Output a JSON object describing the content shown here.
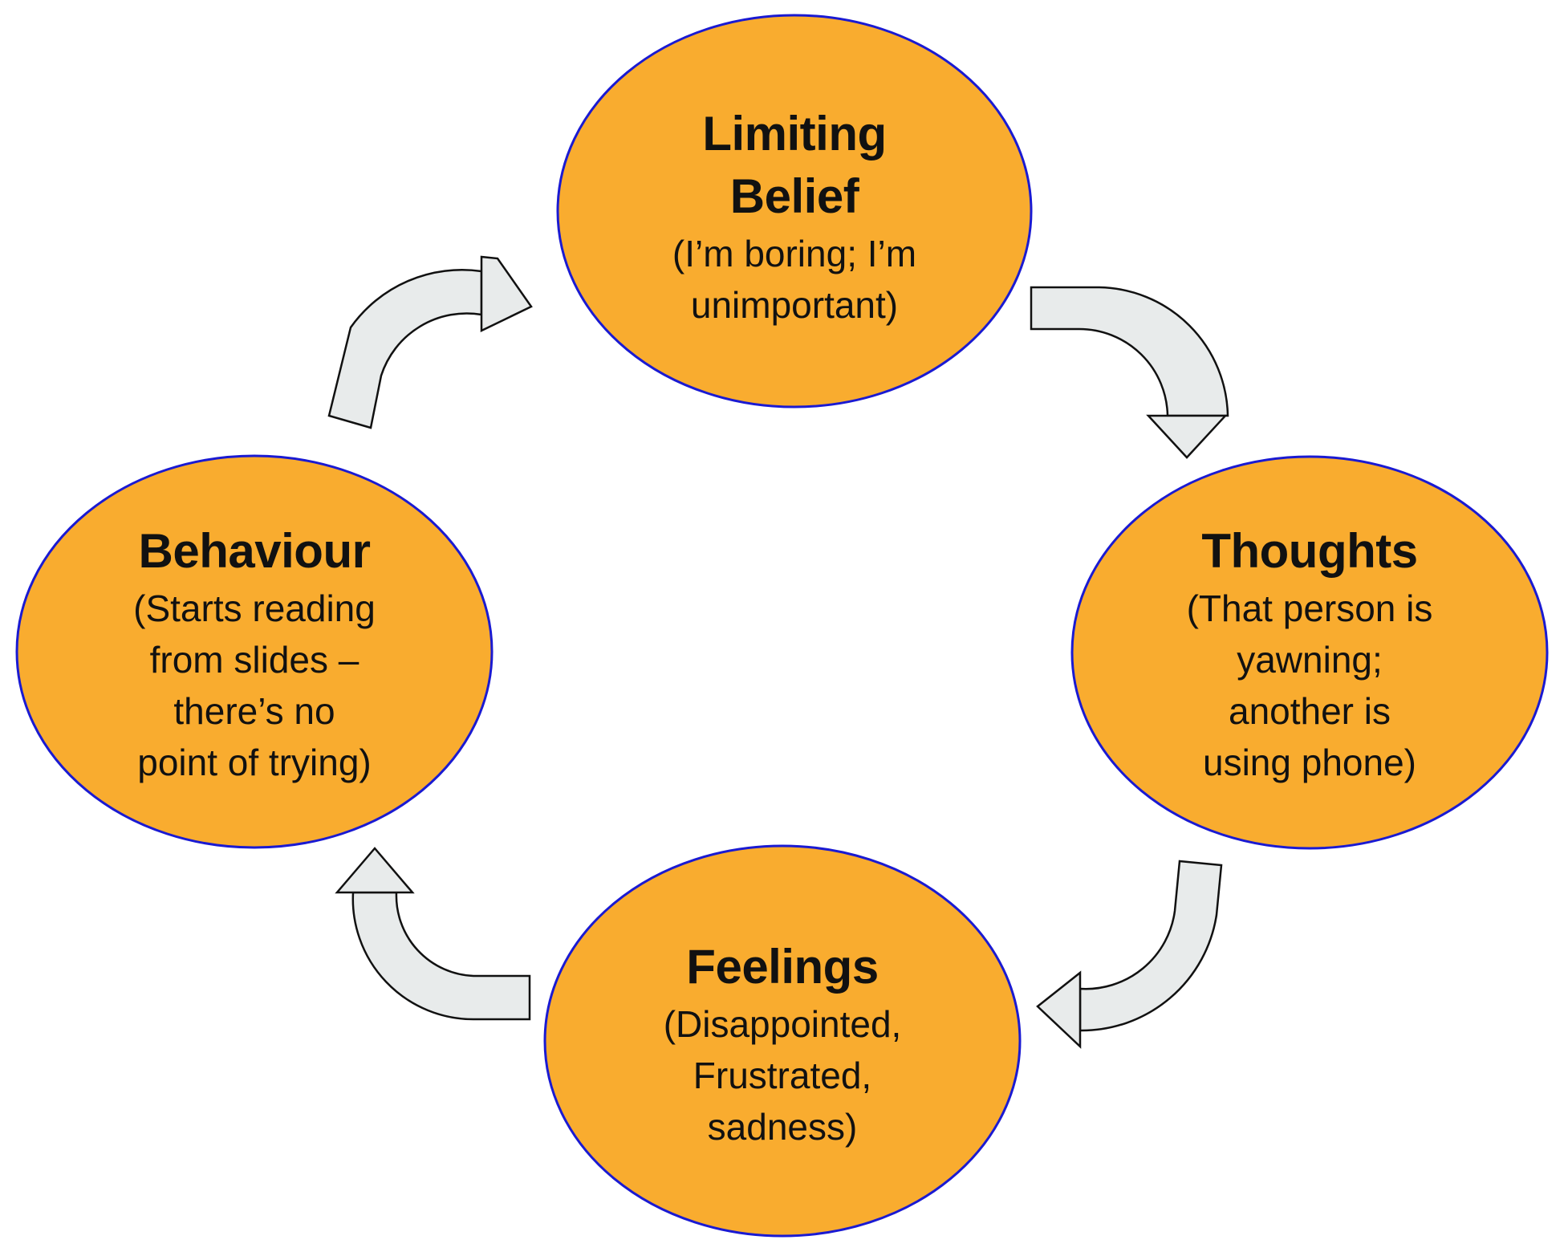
{
  "colors": {
    "node_fill": "#f9ac2f",
    "node_stroke": "#1a1ad2",
    "arrow_fill": "#e8ebeb",
    "arrow_stroke": "#111111",
    "text": "#111111",
    "background": "#ffffff"
  },
  "nodes": {
    "limiting_belief": {
      "title_lines": [
        "Limiting",
        "Belief"
      ],
      "body_lines": [
        "(I’m boring; I’m",
        "unimportant)"
      ]
    },
    "thoughts": {
      "title_lines": [
        "Thoughts"
      ],
      "body_lines": [
        "(That person is",
        "yawning;",
        "another is",
        "using phone)"
      ]
    },
    "feelings": {
      "title_lines": [
        "Feelings"
      ],
      "body_lines": [
        "(Disappointed,",
        "Frustrated,",
        "sadness)"
      ]
    },
    "behaviour": {
      "title_lines": [
        "Behaviour"
      ],
      "body_lines": [
        "(Starts reading",
        "from slides –",
        "there’s no",
        "point of trying)"
      ]
    }
  },
  "cycle": {
    "direction": "clockwise",
    "arrows": [
      {
        "from": "limiting_belief",
        "to": "thoughts"
      },
      {
        "from": "thoughts",
        "to": "feelings"
      },
      {
        "from": "feelings",
        "to": "behaviour"
      },
      {
        "from": "behaviour",
        "to": "limiting_belief"
      }
    ]
  }
}
